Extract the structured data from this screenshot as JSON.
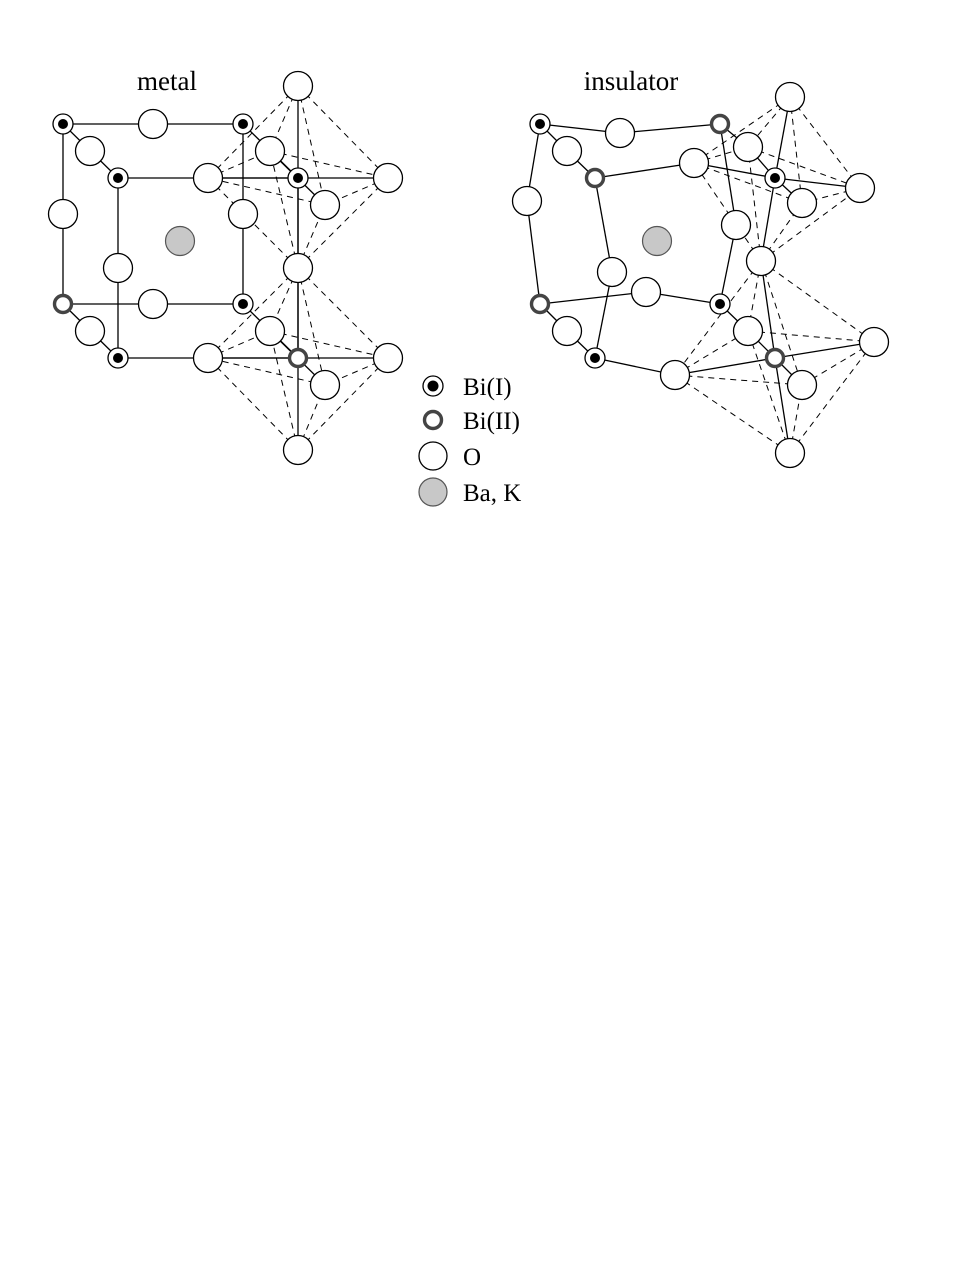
{
  "panels": [
    {
      "id": "metal",
      "title": "metal"
    },
    {
      "id": "insulator",
      "title": "insulator"
    }
  ],
  "legend": [
    {
      "key": "bi1",
      "label": "Bi(I)",
      "icon": "bi-i-atom-icon"
    },
    {
      "key": "bi2",
      "label": "Bi(II)",
      "icon": "bi-ii-atom-icon"
    },
    {
      "key": "o",
      "label": "O",
      "icon": "oxygen-atom-icon"
    },
    {
      "key": "ba",
      "label": "Ba, K",
      "icon": "ba-k-atom-icon"
    }
  ],
  "colors": {
    "oxygen_fill": "#ffffff",
    "bi_core": "#000000",
    "bi2_ring": "#444444",
    "ba_fill": "#c8c8c8",
    "line": "#000000"
  }
}
